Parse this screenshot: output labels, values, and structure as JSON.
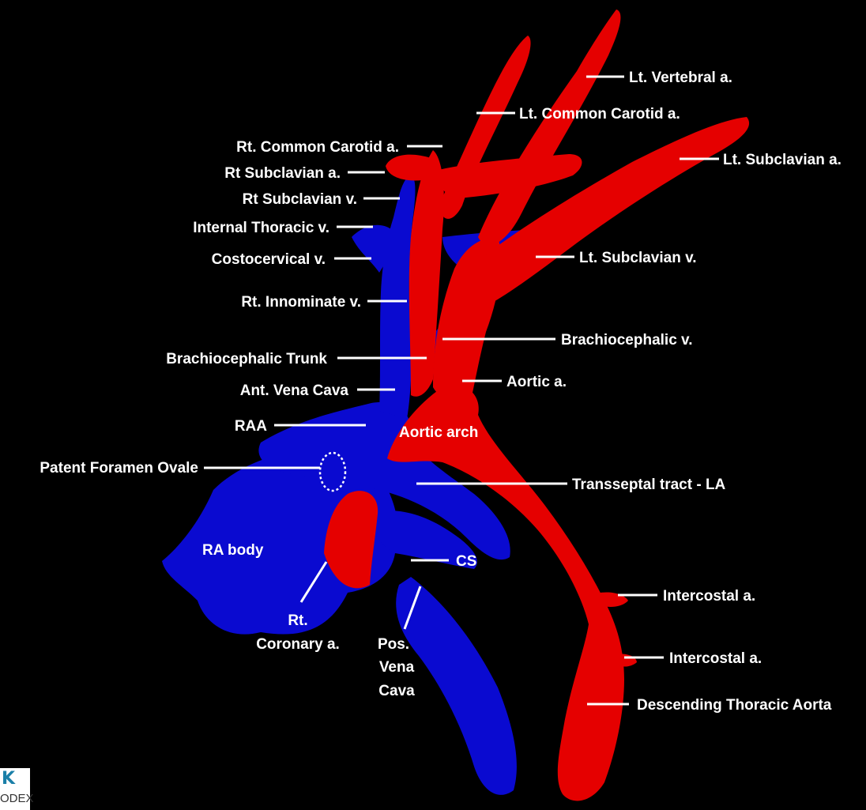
{
  "labels": {
    "lt_vertebral": "Lt. Vertebral a.",
    "lt_common_carotid": "Lt. Common Carotid a.",
    "rt_common_carotid": "Rt. Common Carotid a.",
    "lt_subclavian_a": "Lt. Subclavian a.",
    "rt_subclavian_a": "Rt Subclavian a.",
    "rt_subclavian_v": "Rt Subclavian v.",
    "internal_thoracic_v": "Internal Thoracic v.",
    "costocervical_v": "Costocervical v.",
    "lt_subclavian_v": "Lt. Subclavian v.",
    "rt_innominate_v": "Rt. Innominate v.",
    "brachiocephalic_v": "Brachiocephalic v.",
    "brachiocephalic_trunk": "Brachiocephalic Trunk",
    "aortic_a": "Aortic a.",
    "ant_vena_cava": "Ant. Vena Cava",
    "raa": "RAA",
    "aortic_arch": "Aortic arch",
    "patent_foramen_ovale": "Patent Foramen Ovale",
    "transseptal_tract": "Transseptal tract - LA",
    "ra_body": "RA body",
    "cs": "CS",
    "rt_coronary_line1": "Rt.",
    "rt_coronary_line2": "Coronary a.",
    "pos_vena_cava_line1": "Pos.",
    "pos_vena_cava_line2": "Vena",
    "pos_vena_cava_line3": "Cava",
    "intercostal_1": "Intercostal a.",
    "intercostal_2": "Intercostal a.",
    "descending_thoracic_aorta": "Descending Thoracic Aorta"
  },
  "logo": {
    "glyph": "K",
    "text": "ODEX"
  },
  "colors": {
    "background": "#000000",
    "artery": "#e50000",
    "vein": "#0a0ad0",
    "label": "#ffffff"
  }
}
